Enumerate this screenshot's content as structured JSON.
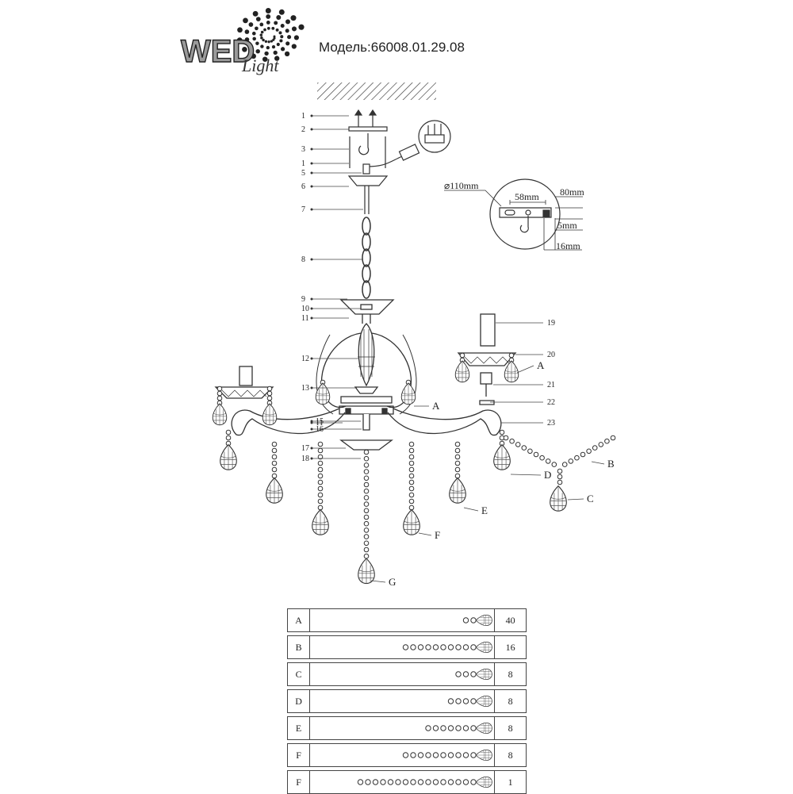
{
  "brand": {
    "logo_text": "WED",
    "logo_script": "Light"
  },
  "model_label": "Модель:66008.01.29.08",
  "part_labels": [
    "1",
    "2",
    "3",
    "1",
    "5",
    "6",
    "7",
    "8",
    "9",
    "10",
    "11",
    "12",
    "13",
    "11",
    "15",
    "16",
    "17",
    "18",
    "19",
    "20",
    "21",
    "22",
    "23"
  ],
  "pendant_labels": [
    "A",
    "A",
    "B",
    "C",
    "D",
    "E",
    "F",
    "G"
  ],
  "ceiling_plate": {
    "diameter": "⌀110mm",
    "hole_spacing": "58mm",
    "width": "80mm",
    "gap": "5mm",
    "depth": "16mm"
  },
  "legend": [
    {
      "code": "A",
      "beads": 2,
      "qty": "40"
    },
    {
      "code": "B",
      "beads": 10,
      "qty": "16"
    },
    {
      "code": "C",
      "beads": 3,
      "qty": "8"
    },
    {
      "code": "D",
      "beads": 4,
      "qty": "8"
    },
    {
      "code": "E",
      "beads": 7,
      "qty": "8"
    },
    {
      "code": "F",
      "beads": 10,
      "qty": "8"
    },
    {
      "code": "F",
      "beads": 16,
      "qty": "1"
    }
  ],
  "colors": {
    "line": "#333333",
    "accent": "#555555"
  }
}
